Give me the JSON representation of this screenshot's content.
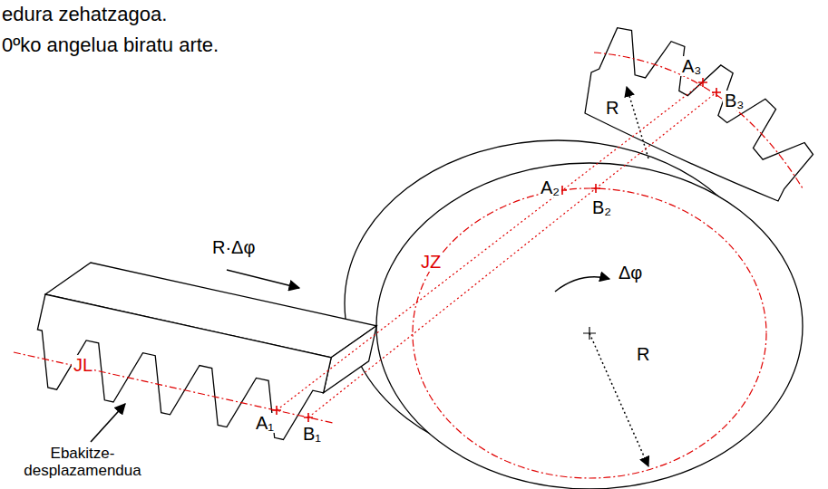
{
  "diagram": {
    "labels": [
      "edura zehatzagoa.",
      "0ºko angelua biratu arte.",
      "R·Δφ",
      "A₃",
      "R",
      "B₃",
      "A₂",
      "B₂",
      "JZ",
      "Δφ",
      "R",
      "JL",
      "A₁",
      "B₁",
      "Ebakitze- desplazamendua"
    ]
  }
}
